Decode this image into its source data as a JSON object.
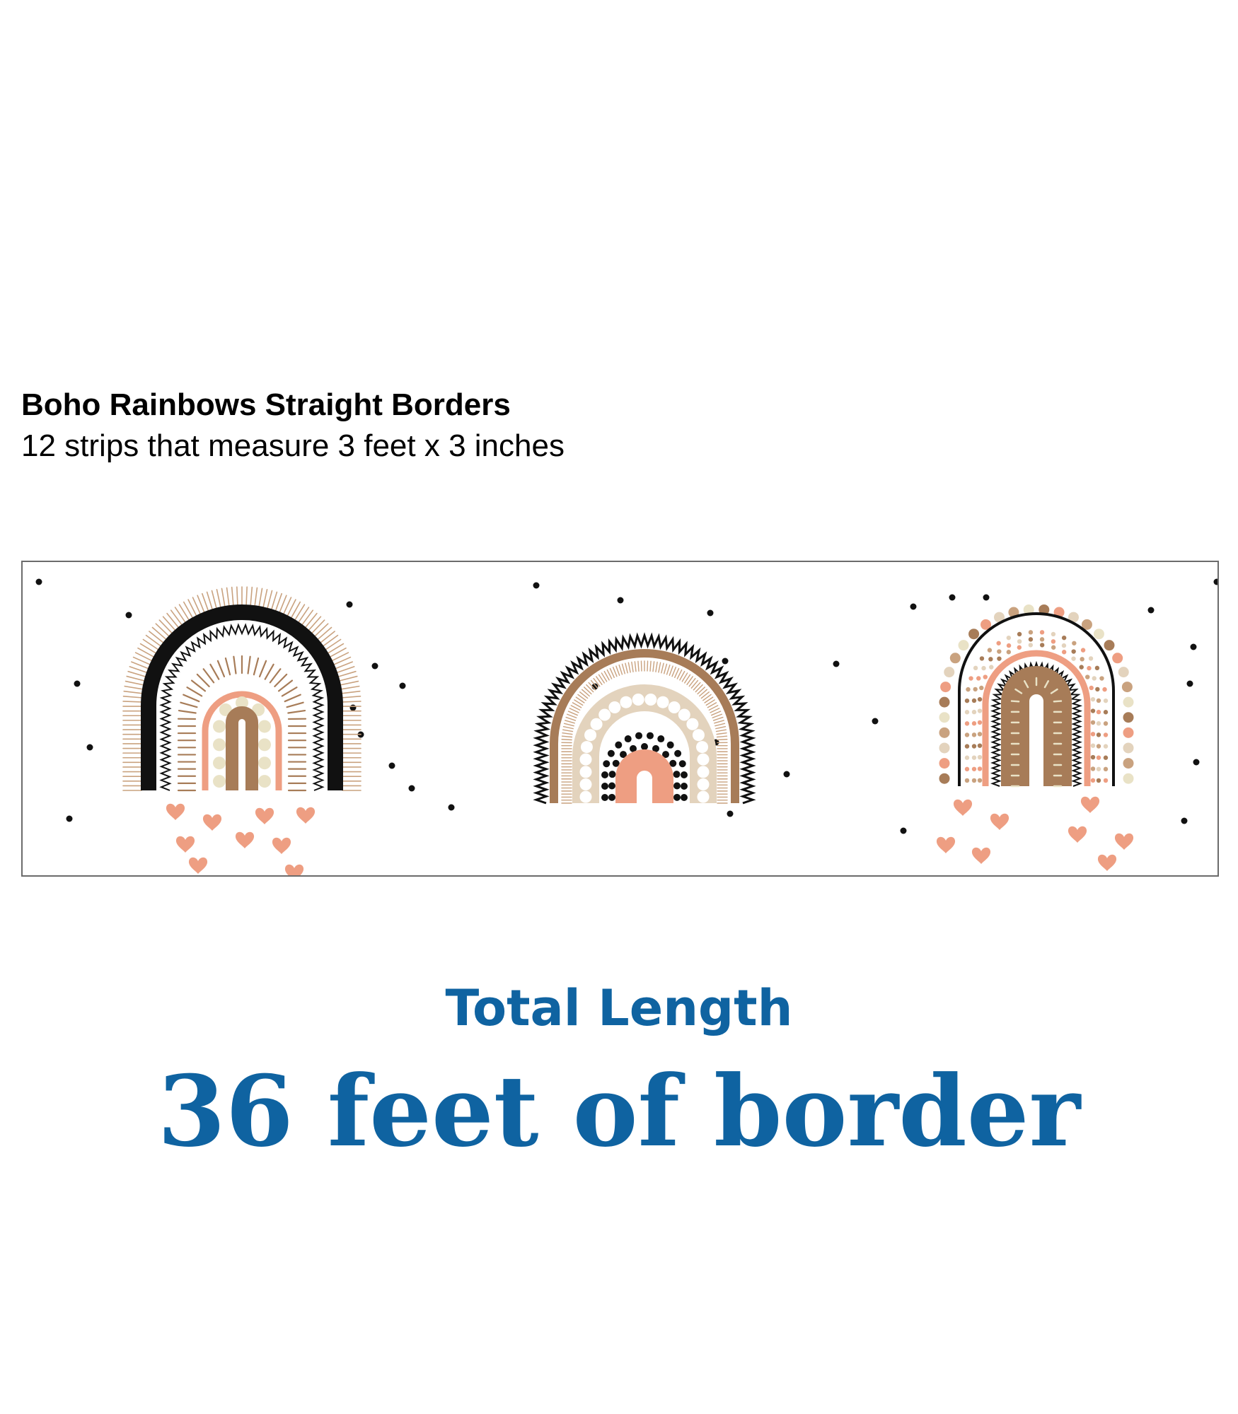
{
  "product": {
    "title": "Boho Rainbows Straight Borders",
    "subtitle": "12 strips that measure 3 feet x 3 inches"
  },
  "summary": {
    "label": "Total Length",
    "value": "36 feet of border"
  },
  "border_preview": {
    "motifs": [
      "rainbow-with-hearts",
      "rainbow-with-dots",
      "rainbow-with-hearts"
    ]
  },
  "colors": {
    "accent": "#0f63a1",
    "black": "#111111",
    "peach": "#ee9e82",
    "tan": "#a77c58",
    "beige": "#e3d3bd",
    "cream": "#e9e2c6",
    "light_brown": "#c9a27f",
    "frame": "#6b6b6b"
  }
}
